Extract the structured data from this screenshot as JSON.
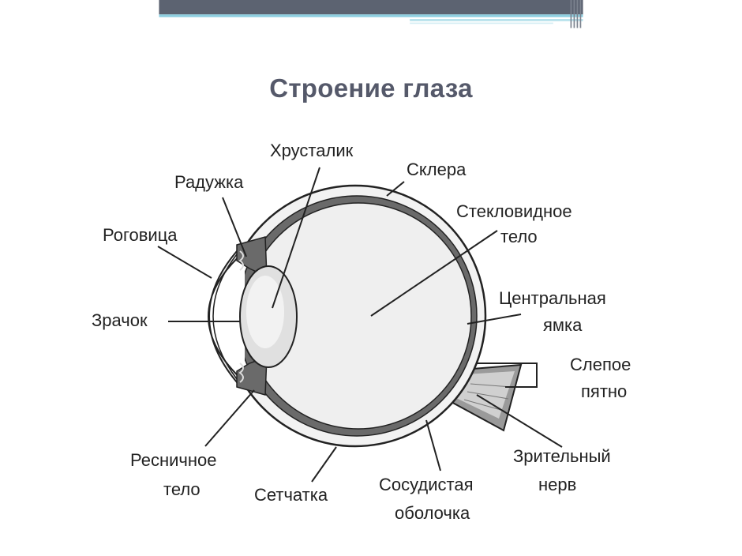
{
  "slide": {
    "title": "Строение глаза"
  },
  "labels": {
    "lens": "Хрусталик",
    "iris": "Радужка",
    "sclera": "Склера",
    "cornea": "Роговица",
    "vitreous_line1": "Стекловидное",
    "vitreous_line2": "тело",
    "pupil": "Зрачок",
    "fovea_line1": "Центральная",
    "fovea_line2": "ямка",
    "blind_spot_line1": "Слепое",
    "blind_spot_line2": "пятно",
    "ciliary_line1": "Ресничное",
    "ciliary_line2": "тело",
    "retina": "Сетчатка",
    "choroid_line1": "Сосудистая",
    "choroid_line2": "оболочка",
    "optic_nerve_line1": "Зрительный",
    "optic_nerve_line2": "нерв"
  },
  "colors": {
    "bar_dark": "#5c6371",
    "bar_blue": "#8ecfe0",
    "title": "#55596a",
    "tissue_dark": "#6a6a6a",
    "tissue_light": "#f1f1f1"
  }
}
